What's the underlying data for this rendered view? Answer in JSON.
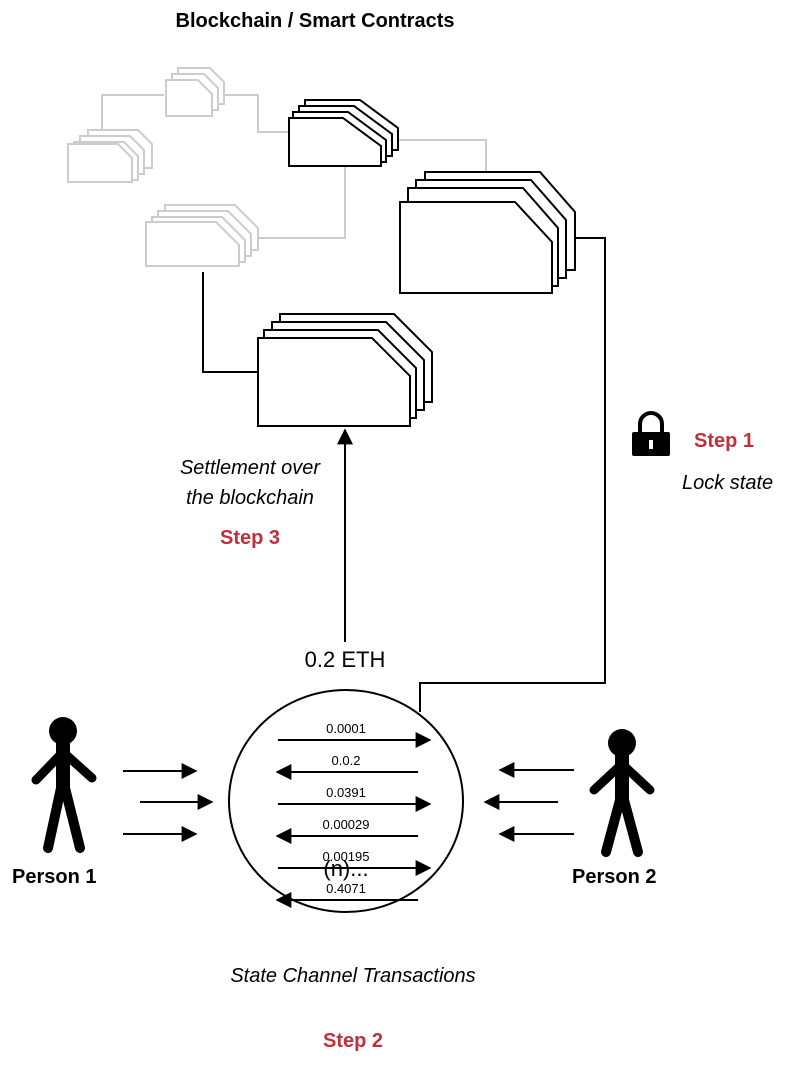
{
  "title": "Blockchain / Smart Contracts",
  "step1": {
    "label": "Step 1",
    "caption": "Lock state"
  },
  "step2": {
    "label": "Step 2",
    "caption": "State Channel Transactions"
  },
  "step3": {
    "label": "Step 3",
    "caption_line1": "Settlement over",
    "caption_line2": "the blockchain"
  },
  "settlement_amount": "0.2 ETH",
  "persons": {
    "left": "Person 1",
    "right": "Person 2"
  },
  "transactions": [
    {
      "amount": "0.0001",
      "direction": "right"
    },
    {
      "amount": "0.0.2",
      "direction": "left"
    },
    {
      "amount": "0.0391",
      "direction": "right"
    },
    {
      "amount": "0.00029",
      "direction": "left"
    },
    {
      "amount": "0.00195",
      "direction": "right"
    },
    {
      "amount": "0.4071",
      "direction": "left"
    }
  ],
  "more_transactions": "(n)...",
  "icons": {
    "lock": "lock-icon",
    "person": "person-icon"
  },
  "colors": {
    "step": "#c0303a",
    "faded_block": "#cccccc",
    "ink": "#000000"
  }
}
